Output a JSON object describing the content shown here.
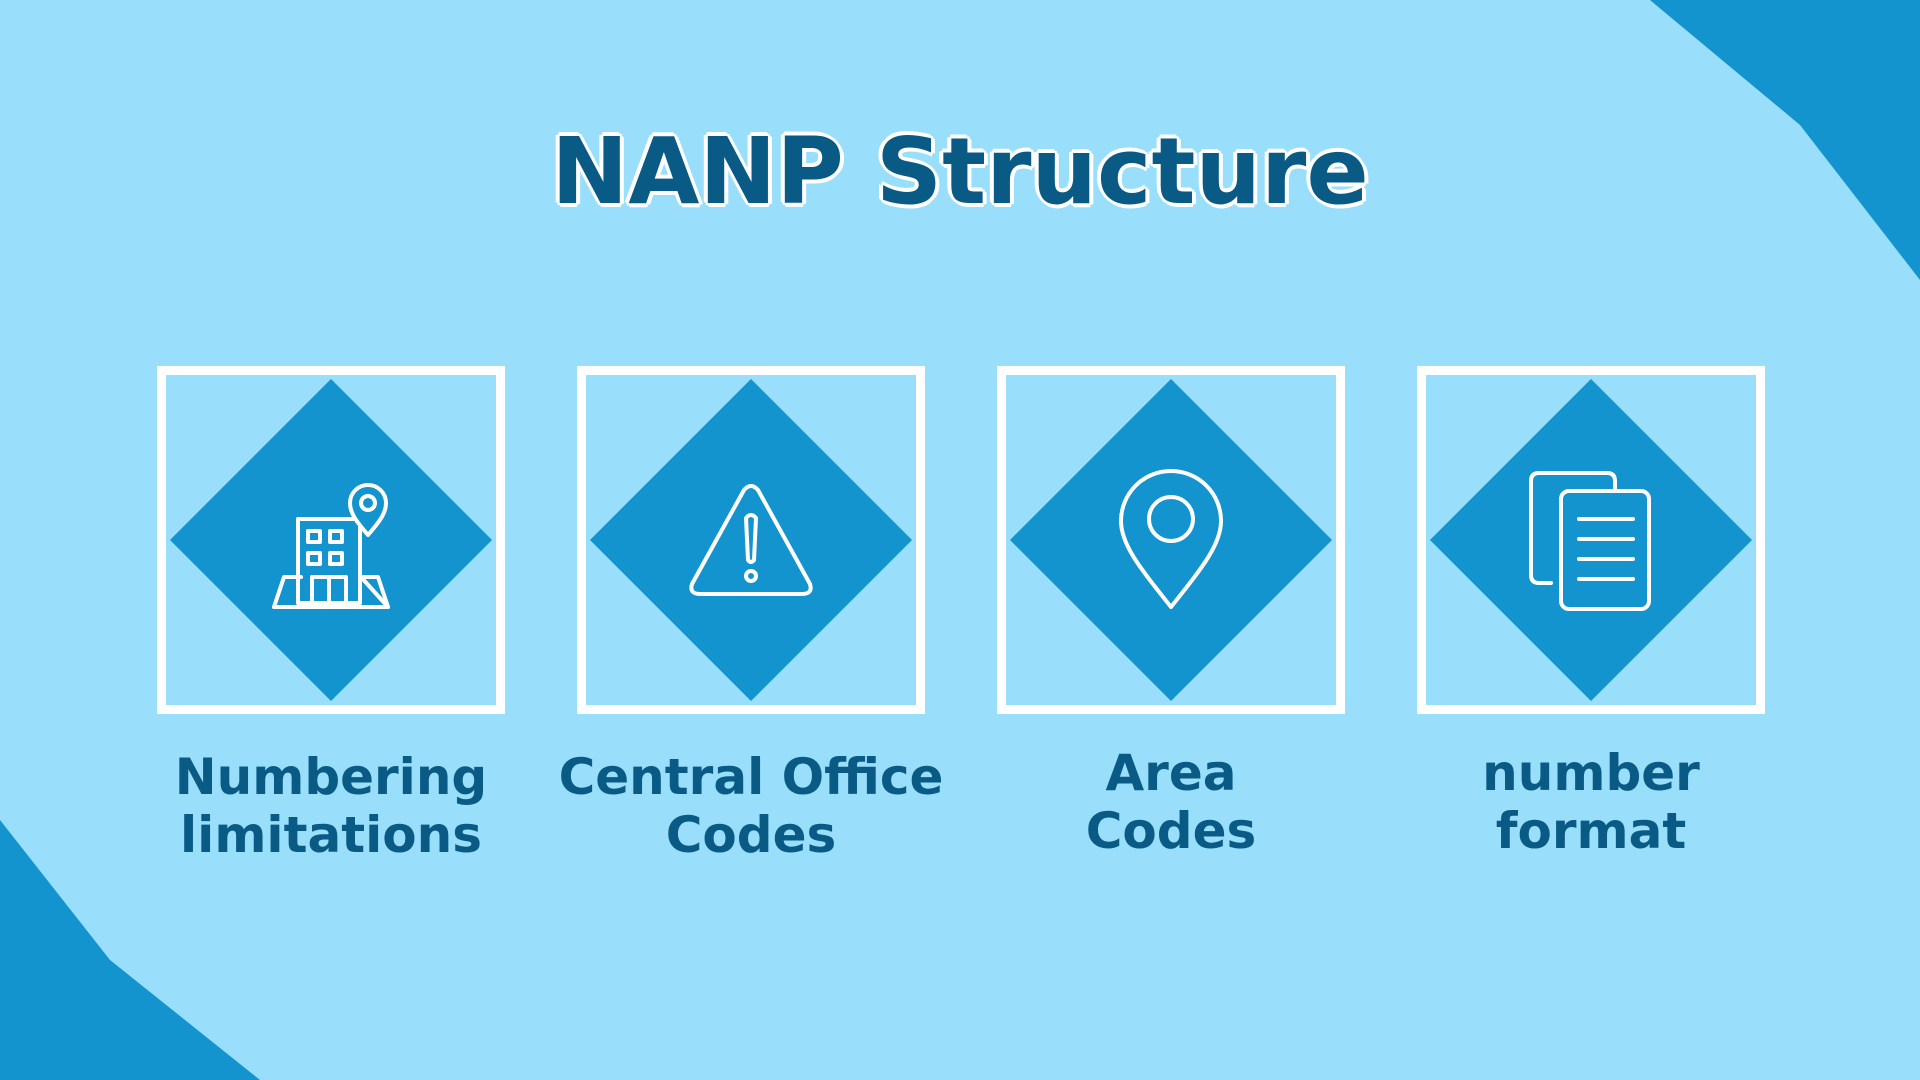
{
  "title": "NANP Structure",
  "colors": {
    "background": "#99dffb",
    "accent": "#1494cf",
    "text": "#0a5a86",
    "frame": "#ffffff"
  },
  "items": [
    {
      "icon": "building-location-icon",
      "label_line1": "Numbering",
      "label_line2": "limitations"
    },
    {
      "icon": "warning-triangle-icon",
      "label_line1": "Central Office",
      "label_line2": "Codes"
    },
    {
      "icon": "location-pin-icon",
      "label_line1": "Area",
      "label_line2": "Codes"
    },
    {
      "icon": "copy-documents-icon",
      "label_line1": "number",
      "label_line2": "format"
    }
  ]
}
